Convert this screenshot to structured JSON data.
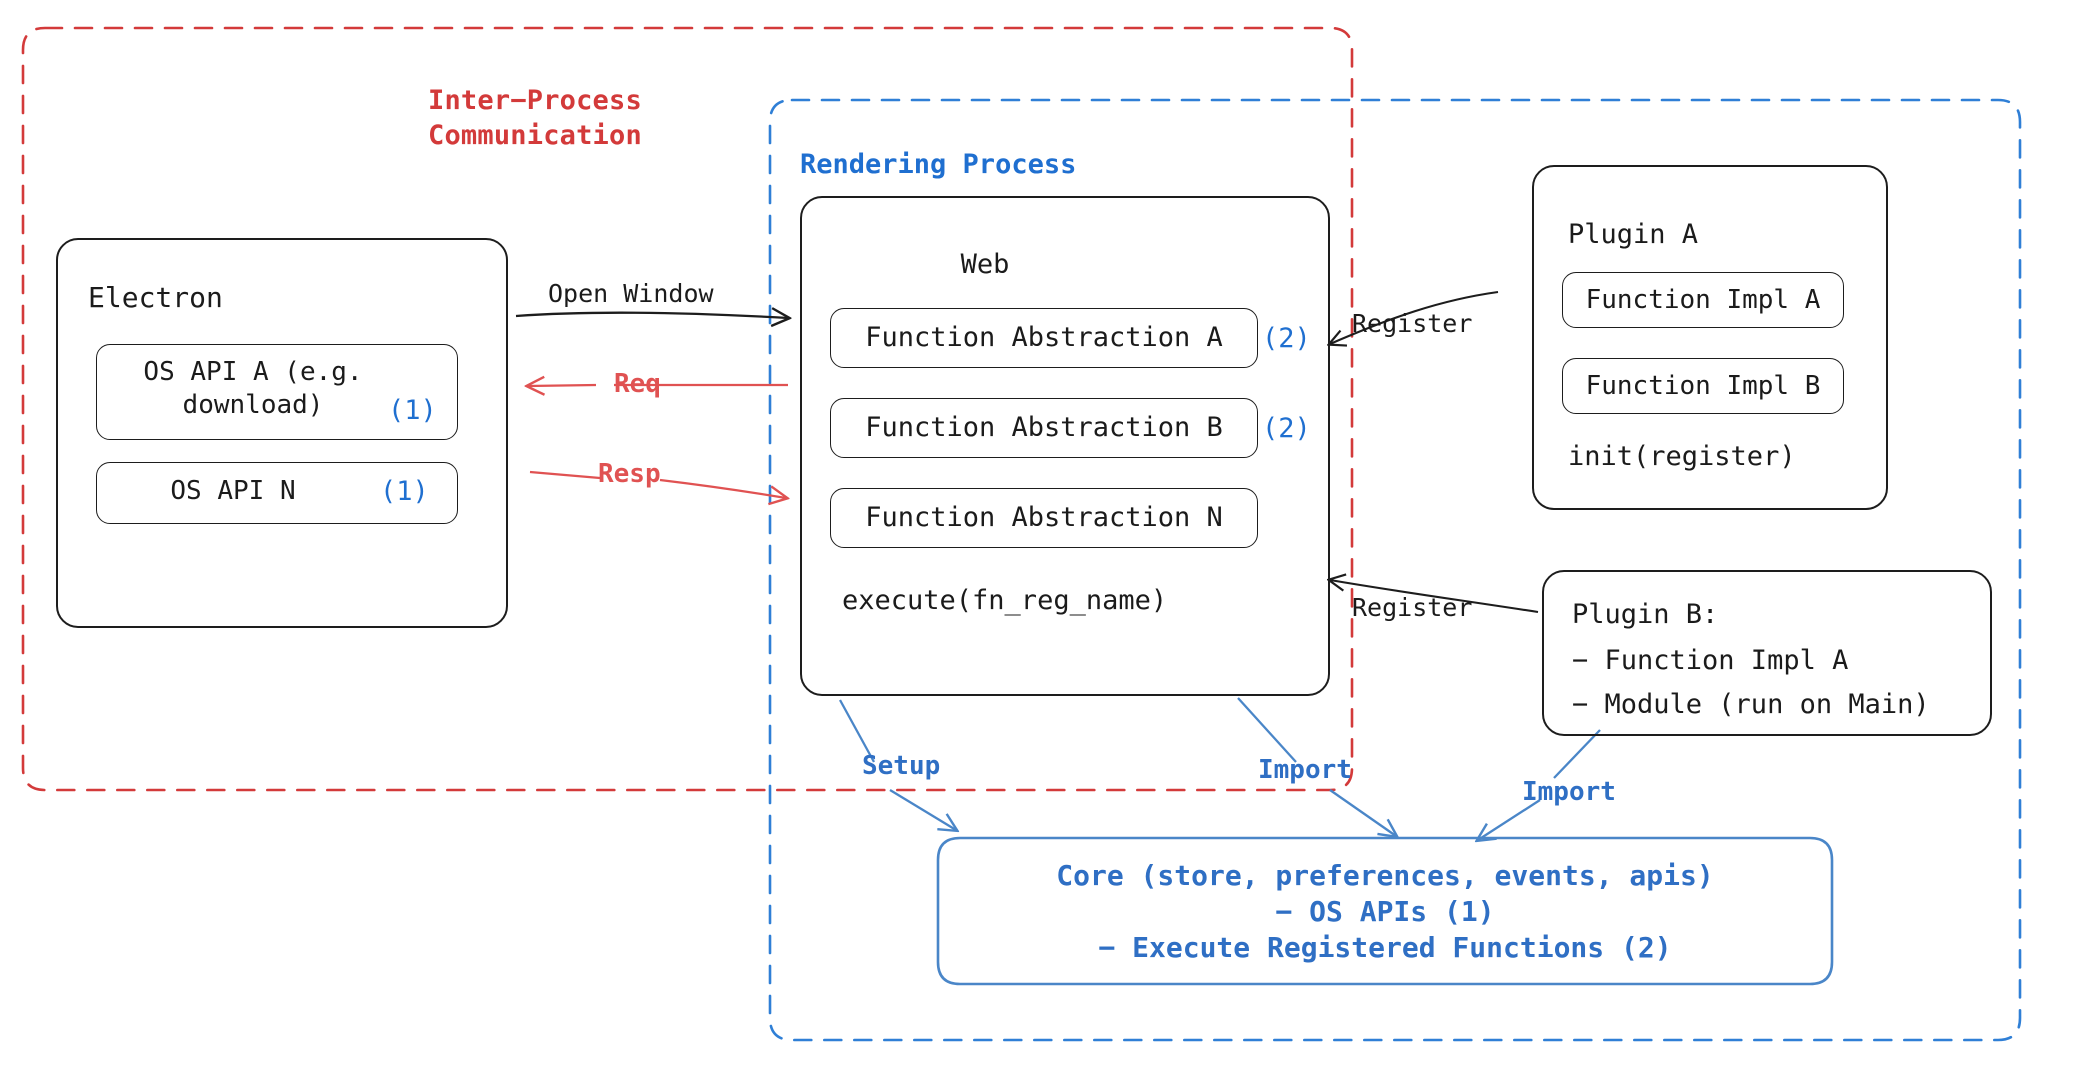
{
  "diagram": {
    "title_hidden": "",
    "colors": {
      "ink": "#1d1d1d",
      "red": "#d33a3a",
      "red_arrow": "#e05252",
      "blue": "#1f6fd0",
      "blue_arrow": "#4a86c8",
      "core_blue": "#2f6fc4"
    },
    "groups": {
      "ipc": {
        "label": "Inter−Process\nCommunication",
        "style": "red-dashed"
      },
      "rendering": {
        "label": "Rendering Process",
        "style": "blue-dashed"
      }
    },
    "electron": {
      "title": "Electron",
      "items": [
        {
          "label": "OS API A (e.g.\ndownload)",
          "marker": "(1)"
        },
        {
          "label": "OS API N",
          "marker": "(1)"
        }
      ]
    },
    "web": {
      "title": "Web",
      "items": [
        {
          "label": "Function Abstraction A",
          "marker": "(2)"
        },
        {
          "label": "Function Abstraction B",
          "marker": "(2)"
        },
        {
          "label": "Function Abstraction N",
          "marker": ""
        }
      ],
      "footer": "execute(fn_reg_name)"
    },
    "plugin_a": {
      "title": "Plugin A",
      "items": [
        "Function Impl A",
        "Function Impl B"
      ],
      "footer": "init(register)"
    },
    "plugin_b": {
      "title": "Plugin B:",
      "lines": [
        "− Function Impl A",
        "− Module (run on Main)"
      ]
    },
    "core": {
      "line1": "Core (store, preferences, events, apis)",
      "line2": "− OS APIs (1)",
      "line3": "− Execute Registered Functions (2)"
    },
    "edges": {
      "open_window": "Open Window",
      "req": "Req",
      "resp": "Resp",
      "register_a": "Register",
      "register_b": "Register",
      "setup": "Setup",
      "import_web": "Import",
      "import_plugin_b": "Import"
    }
  }
}
